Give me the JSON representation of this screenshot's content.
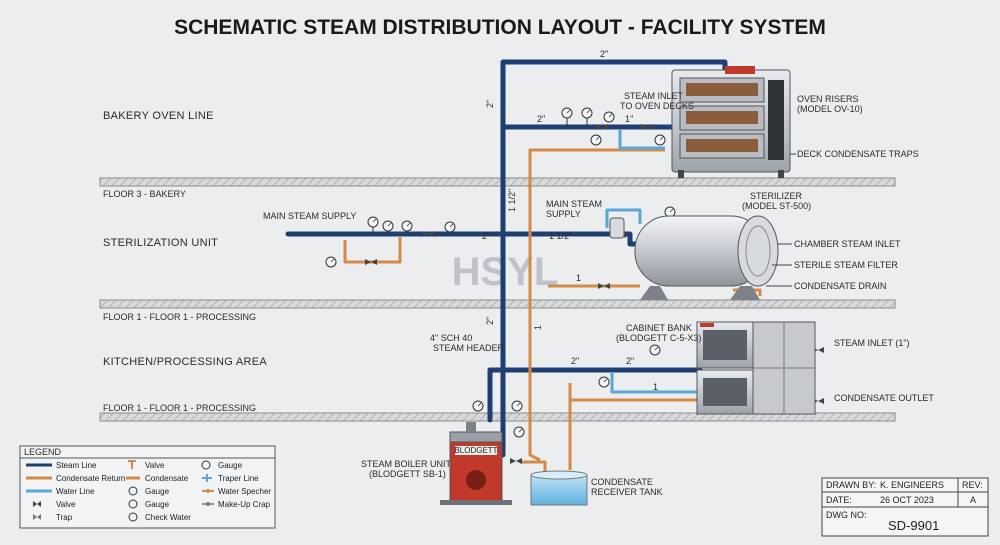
{
  "title": "SCHEMATIC STEAM DISTRIBUTION LAYOUT - FACILITY SYSTEM",
  "watermark": "HSYL",
  "areas": {
    "bakery": "BAKERY OVEN LINE",
    "sterilization": "STERILIZATION UNIT",
    "kitchen": "KITCHEN/PROCESSING AREA"
  },
  "floors": {
    "floor3": "FLOOR 3 - BAKERY",
    "floor1a": "FLOOR 1 - FLOOR 1 - PROCESSING",
    "floor1b": "FLOOR 1 - FLOOR 1 - PROCESSING"
  },
  "pipe_sizes": {
    "top_run": "2\"",
    "riser_upper": "2\"",
    "riser_mid": "1 1/2\"",
    "riser_low": "2\"",
    "oven_branch": "2\"",
    "oven_feed": "1\"",
    "steril_main": "2\"",
    "steril_branch": "1 1/2\"",
    "steril_cond": "1",
    "cond_riser": "1",
    "kitchen_branch": "2\"",
    "kitchen_feed": "2\"",
    "kitchen_cond": "1"
  },
  "labels": {
    "steam_inlet_ovens": [
      "STEAM INLET",
      "TO OVEN DECKS"
    ],
    "oven_risers": [
      "OVEN RISERS",
      "(MODEL OV-10)"
    ],
    "deck_traps": "DECK CONDENSATE TRAPS",
    "main_supply_left": "MAIN STEAM SUPPLY",
    "main_supply_mid": [
      "MAIN STEAM",
      "SUPPLY"
    ],
    "sterilizer": [
      "STERILIZER",
      "(MODEL ST-500)"
    ],
    "chamber_inlet": "CHAMBER STEAM INLET",
    "sterile_filter": "STERILE STEAM FILTER",
    "condensate_drain": "CONDENSATE DRAIN",
    "header": [
      "4\" SCH 40",
      "STEAM HEADER"
    ],
    "cabinet_bank": [
      "CABINET BANK",
      "(BLODGETT C-5-X3)"
    ],
    "cabinet_inlet": "STEAM INLET (1\")",
    "condensate_outlet": "CONDENSATE OUTLET",
    "boiler": [
      "STEAM BOILER UNIT",
      "(BLODGETT SB-1)"
    ],
    "receiver": [
      "CONDENSATE",
      "RECEIVER TANK"
    ],
    "boiler_brand": "BLODGETT"
  },
  "legend": {
    "heading": "LEGEND",
    "items": [
      {
        "sym": "steam",
        "label": "Steam Line"
      },
      {
        "sym": "valve-t",
        "label": "Valve"
      },
      {
        "sym": "gauge",
        "label": "Gauge"
      },
      {
        "sym": "cond",
        "label": "Condensate Return"
      },
      {
        "sym": "cond",
        "label": "Condensate"
      },
      {
        "sym": "trap-line",
        "label": "Traper Line"
      },
      {
        "sym": "water",
        "label": "Water Line"
      },
      {
        "sym": "gauge",
        "label": "Gauge"
      },
      {
        "sym": "sprayer",
        "label": "Water Specher"
      },
      {
        "sym": "valve",
        "label": "Valve"
      },
      {
        "sym": "gauge",
        "label": "Gauge"
      },
      {
        "sym": "makeup",
        "label": "Make-Up Crap"
      },
      {
        "sym": "trap",
        "label": "Trap"
      },
      {
        "sym": "gauge",
        "label": "Check Water"
      }
    ]
  },
  "title_block": {
    "drawn_by_label": "DRAWN BY:",
    "drawn_by": "K. ENGINEERS",
    "rev_label": "REV:",
    "rev": "A",
    "date_label": "DATE:",
    "date": "26 OCT 2023",
    "dwg_label": "DWG NO:",
    "dwg": "SD-9901"
  },
  "colors": {
    "steam": "#1f3f72",
    "condensate": "#d48a45",
    "water": "#5aa7d6",
    "equipment": "#c9ccd1"
  },
  "icons": [
    "gauge-icon",
    "valve-icon",
    "trap-icon",
    "oven-icon",
    "sterilizer-icon",
    "cabinet-icon",
    "boiler-icon",
    "tank-icon"
  ]
}
